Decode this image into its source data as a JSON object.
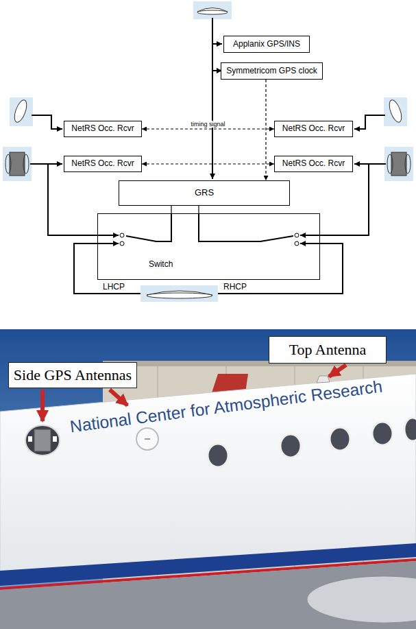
{
  "diagram": {
    "nodes": [
      {
        "text": [
          "Applanix GPS/INS"
        ]
      },
      {
        "text": [
          "Symmetricom GPS clock"
        ]
      },
      {
        "text": [
          "NetRS Occ. Rcvr"
        ]
      },
      {
        "text": [
          "NetRS Occ. Rcvr"
        ]
      },
      {
        "text": [
          "NetRS Occ. Rcvr"
        ]
      },
      {
        "text": [
          "NetRS Occ. Rcvr"
        ]
      },
      {
        "text": [
          "GRS"
        ]
      },
      {
        "text": [
          "Switch"
        ]
      },
      {
        "text": [
          "Top Antenna"
        ]
      },
      {
        "text": [
          "Side GPS Antennas"
        ]
      }
    ],
    "edges": [
      {
        "from": 1,
        "to": 6,
        "arrow": "to"
      },
      {
        "from": 2,
        "to": 3,
        "arrow": "both",
        "label": "timing signal"
      },
      {
        "from": 4,
        "to": 5,
        "arrow": "both"
      },
      {
        "from": 6,
        "to": 7,
        "arrow": "none"
      },
      {
        "from": 6,
        "to": 7,
        "arrow": "none"
      }
    ],
    "labels": [
      "LHCP",
      "RHCP",
      "National Center for Atmospheric Research"
    ]
  }
}
